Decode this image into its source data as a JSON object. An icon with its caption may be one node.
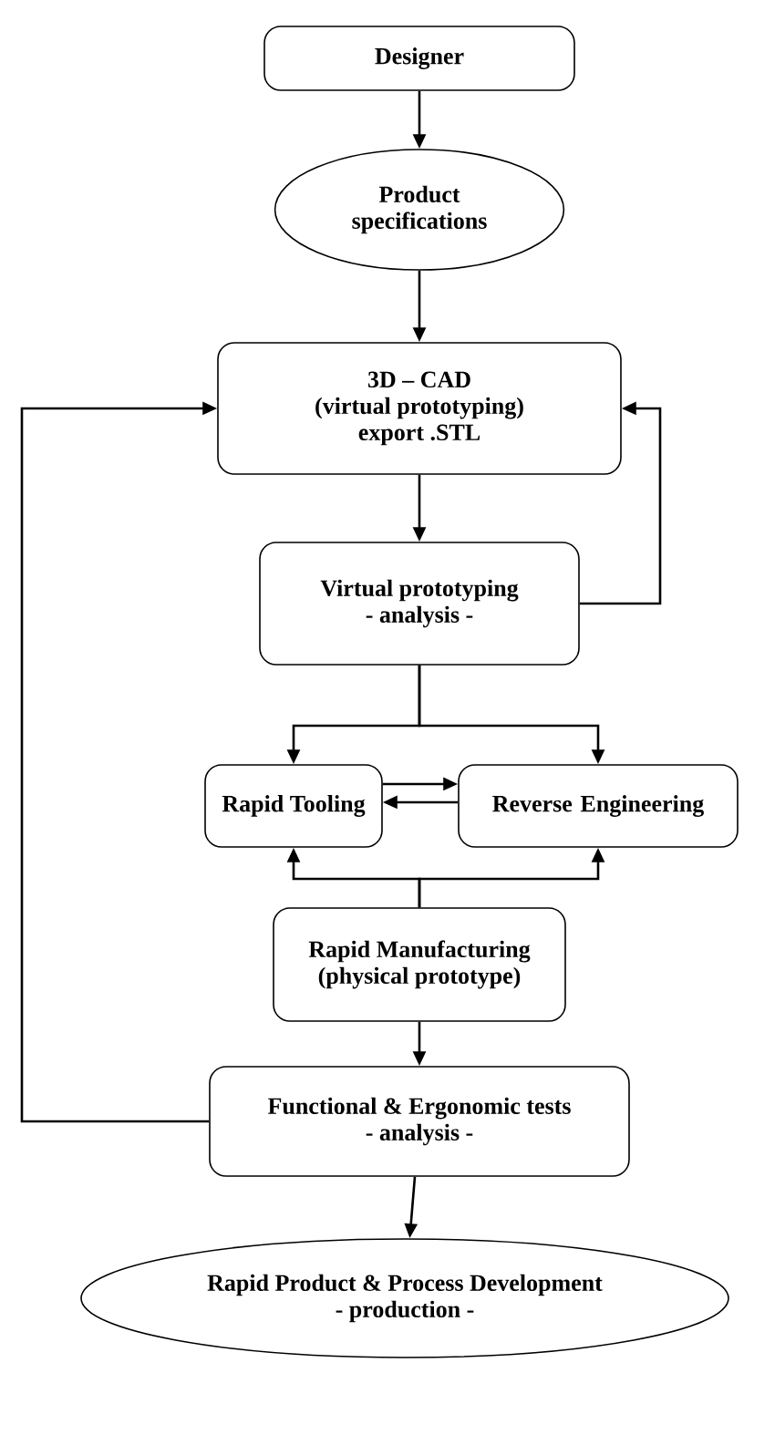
{
  "diagram": {
    "nodes": [
      {
        "text": [
          "Designer"
        ]
      },
      {
        "text": [
          "Product specifications"
        ]
      },
      {
        "text": [
          "3D – CAD",
          "(virtual prototyping)",
          "export .STL"
        ]
      },
      {
        "text": [
          "Virtual prototyping",
          "- analysis -"
        ]
      },
      {
        "text": [
          "Rapid Tooling"
        ]
      },
      {
        "text": [
          "Reverse Engineering"
        ]
      },
      {
        "text": [
          "Rapid Manufacturing",
          "(physical prototype)"
        ]
      },
      {
        "text": [
          "Functional & Ergonomic tests",
          "- analysis -"
        ]
      },
      {
        "text": [
          "Rapid Product & Process Development",
          "- production -"
        ]
      }
    ],
    "edges": [
      {
        "from": 0,
        "to": 1,
        "arrow": "to"
      },
      {
        "from": 1,
        "to": 2,
        "arrow": "to"
      },
      {
        "from": 2,
        "to": 3,
        "arrow": "to"
      },
      {
        "from": 3,
        "to": 4,
        "arrow": "to"
      },
      {
        "from": 3,
        "to": 5,
        "arrow": "to"
      },
      {
        "from": 4,
        "to": 5,
        "arrow": "to"
      },
      {
        "from": 5,
        "to": 4,
        "arrow": "to"
      },
      {
        "from": 6,
        "to": 4,
        "arrow": "to"
      },
      {
        "from": 6,
        "to": 5,
        "arrow": "to"
      },
      {
        "from": 6,
        "to": 7,
        "arrow": "to"
      },
      {
        "from": 7,
        "to": 8,
        "arrow": "to"
      },
      {
        "from": 7,
        "to": 2,
        "arrow": "to"
      },
      {
        "from": 3,
        "to": 2,
        "arrow": "to"
      }
    ]
  }
}
